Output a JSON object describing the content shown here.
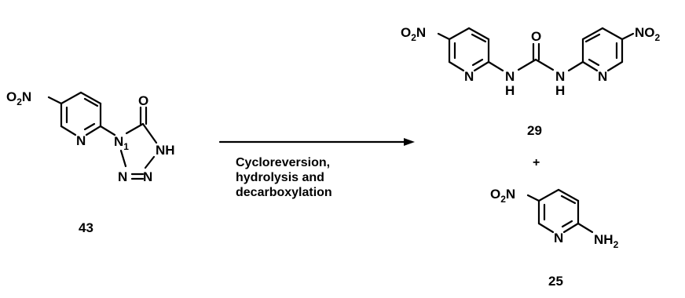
{
  "compounds": {
    "c43": {
      "label": "43"
    },
    "c29": {
      "label": "29"
    },
    "c25": {
      "label": "25"
    }
  },
  "atoms": {
    "o2": "O",
    "o2_sub": "2",
    "n": "N",
    "o": "O",
    "nh": "NH",
    "h": "H",
    "nh2_n": "NH",
    "nh2_sub": "2",
    "no2_n": "NO",
    "no2_sub": "2",
    "n1": "1",
    "neg": "N"
  },
  "reaction": {
    "plus": "+",
    "conditions": [
      "Cycloreversion,",
      "hydrolysis and",
      "decarboxylation"
    ]
  }
}
